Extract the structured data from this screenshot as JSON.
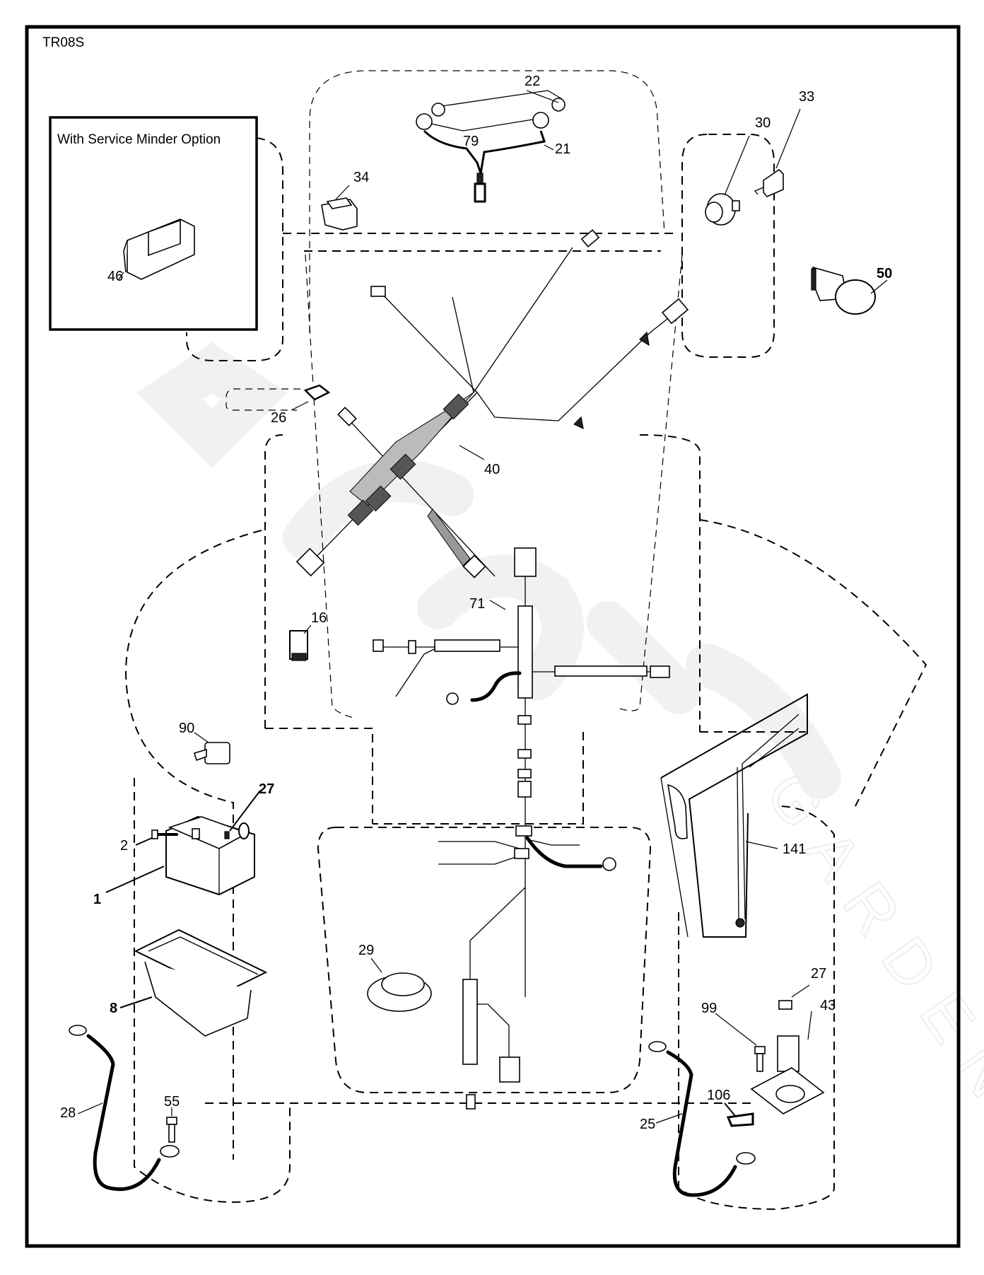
{
  "diagram": {
    "model_code": "TR08S",
    "inset_title": "With Service Minder Option",
    "watermark_text": "GARDEN",
    "callouts": {
      "p1": "1",
      "p2": "2",
      "p8": "8",
      "p16": "16",
      "p21": "21",
      "p22": "22",
      "p25": "25",
      "p26": "26",
      "p27a": "27",
      "p27b": "27",
      "p28": "28",
      "p29": "29",
      "p30": "30",
      "p33": "33",
      "p34": "34",
      "p40": "40",
      "p43": "43",
      "p46": "46",
      "p50": "50",
      "p55": "55",
      "p71": "71",
      "p79": "79",
      "p90": "90",
      "p99": "99",
      "p106": "106",
      "p141": "141"
    }
  }
}
